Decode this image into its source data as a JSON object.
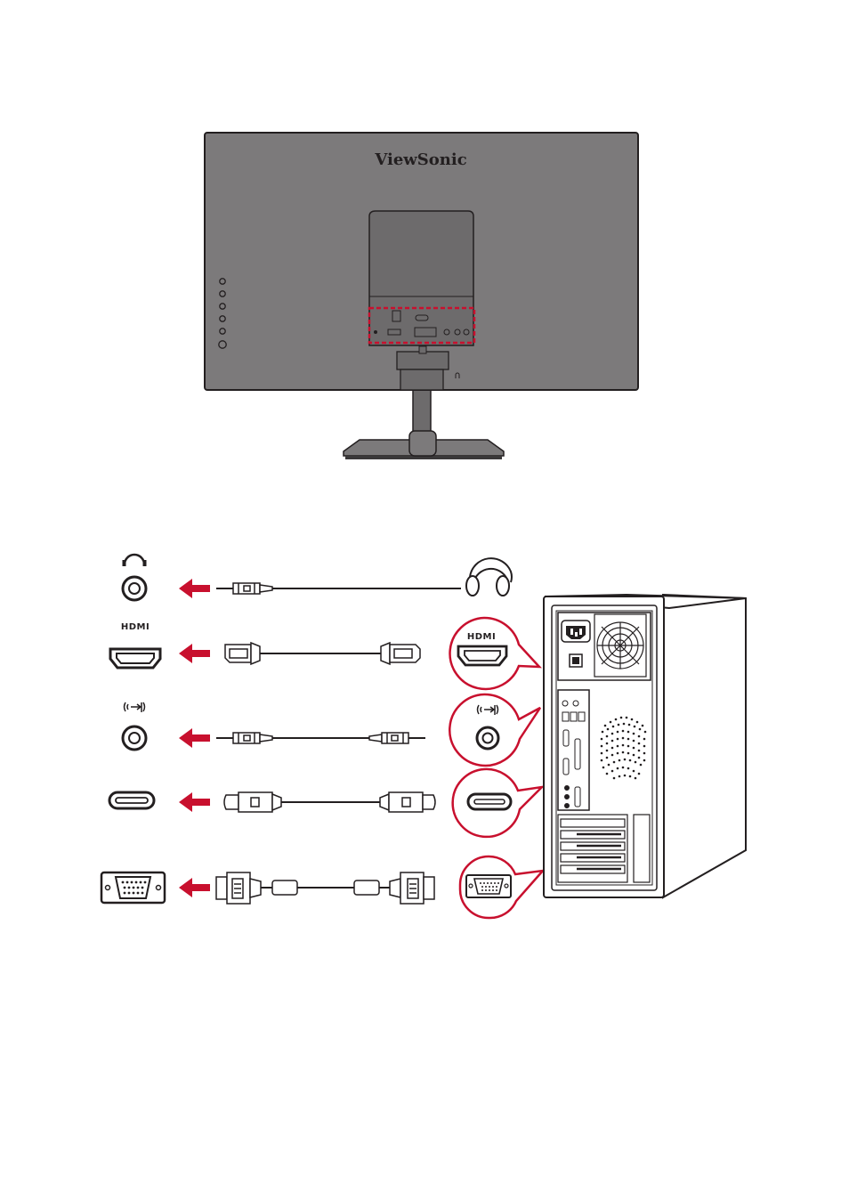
{
  "monitor": {
    "brand": "ViewSonic"
  },
  "ports": [
    {
      "id": "audio-out",
      "label": "",
      "icon": "headphones-icon"
    },
    {
      "id": "hdmi",
      "label": "HDMI",
      "icon": "hdmi-icon"
    },
    {
      "id": "audio-in",
      "label": "",
      "icon": "audio-in-icon"
    },
    {
      "id": "usb-c",
      "label": "",
      "icon": "usb-c-icon"
    },
    {
      "id": "vga",
      "label": "",
      "icon": "vga-icon"
    }
  ],
  "colors": {
    "accent": "#c8102e",
    "monitor_body": "#7c7a7b",
    "outline": "#231f20",
    "panel": "#58585a"
  }
}
